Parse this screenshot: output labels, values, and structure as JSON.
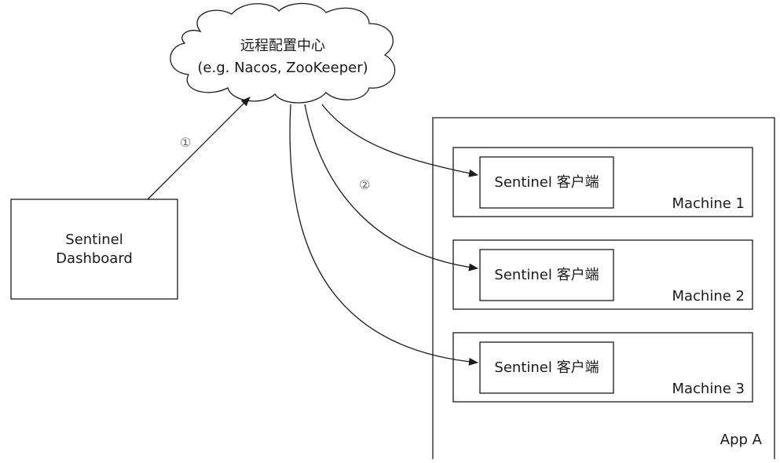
{
  "cloud": {
    "title": "远程配置中心",
    "subtitle": "(e.g. Nacos, ZooKeeper)"
  },
  "dashboard": {
    "line1": "Sentinel",
    "line2": "Dashboard"
  },
  "app": {
    "label": "App A",
    "machines": [
      {
        "client": "Sentinel 客户端",
        "label": "Machine 1"
      },
      {
        "client": "Sentinel 客户端",
        "label": "Machine 2"
      },
      {
        "client": "Sentinel 客户端",
        "label": "Machine 3"
      }
    ]
  },
  "steps": {
    "push": "①",
    "pull": "②"
  },
  "colors": {
    "stroke": "#1a1a1a",
    "step": "#666666",
    "background": "#ffffff"
  }
}
